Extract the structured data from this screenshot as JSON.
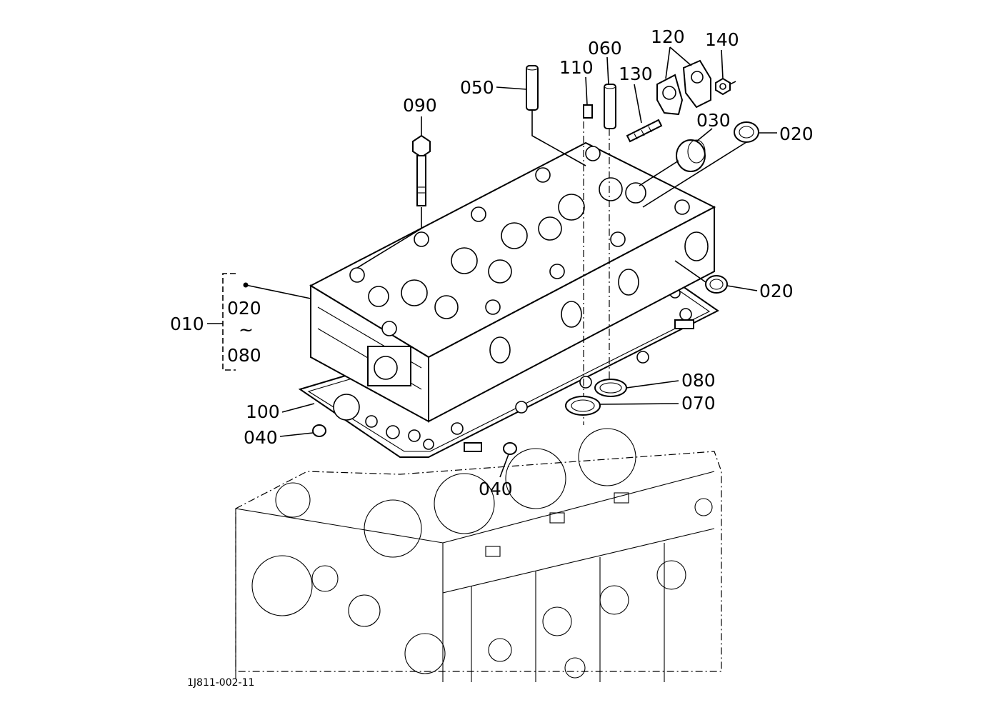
{
  "diagram": {
    "drawing_code": "1J811-002-11",
    "callouts": {
      "c010": "010",
      "c020_bracket": "020",
      "c_tilde": "~",
      "c080_bracket": "080",
      "c090": "090",
      "c050": "050",
      "c110": "110",
      "c060": "060",
      "c130": "130",
      "c120": "120",
      "c140": "140",
      "c030": "030",
      "c020_top": "020",
      "c020_mid": "020",
      "c080": "080",
      "c070": "070",
      "c100": "100",
      "c040_left": "040",
      "c040_bottom": "040"
    }
  }
}
